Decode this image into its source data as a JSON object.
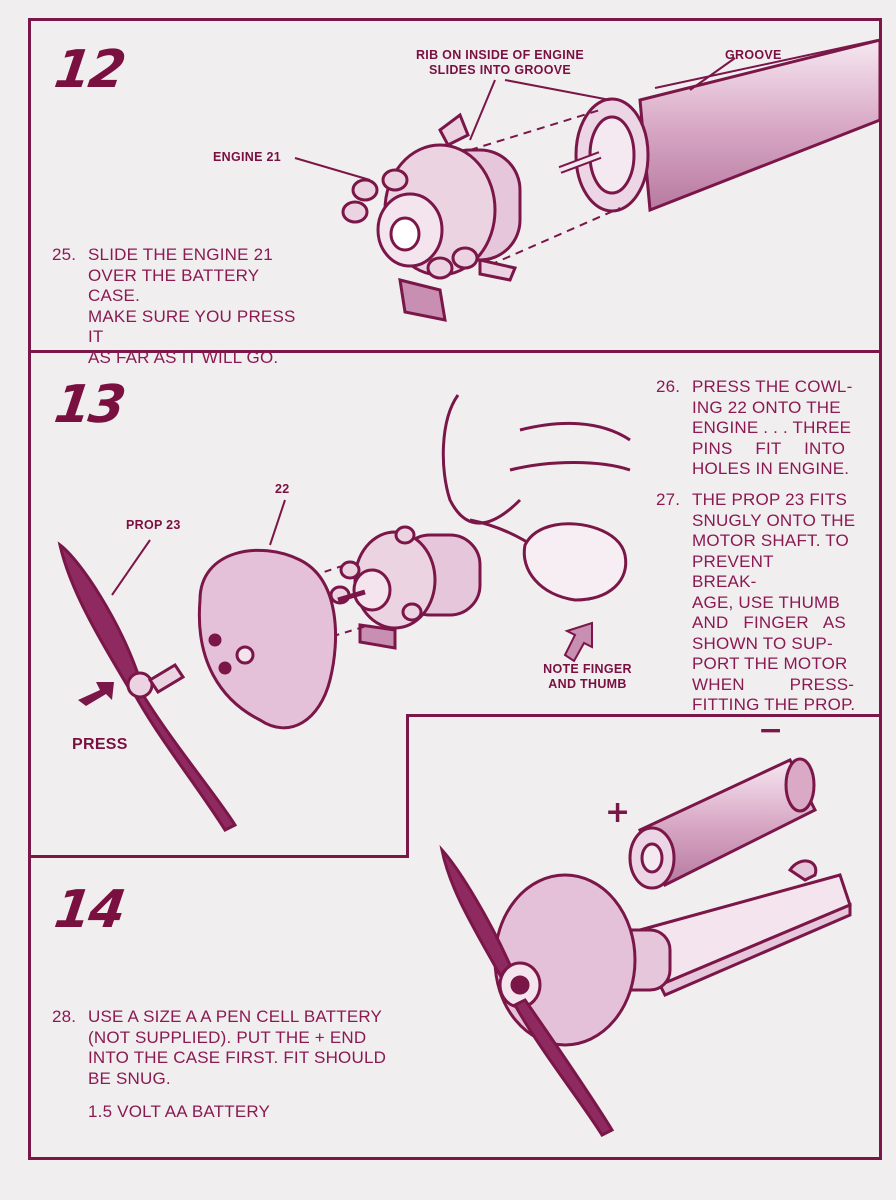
{
  "step12": {
    "number": "12",
    "instruction_no": "25.",
    "instruction_lines": [
      "SLIDE THE ENGINE 21",
      "OVER THE BATTERY CASE.",
      "MAKE SURE YOU PRESS IT",
      "AS FAR AS IT WILL GO."
    ],
    "label_rib": "RIB ON INSIDE OF ENGINE",
    "label_rib2": "SLIDES INTO GROOVE",
    "label_groove": "GROOVE",
    "label_engine": "ENGINE 21"
  },
  "step13": {
    "number": "13",
    "instr26_no": "26.",
    "instr26_lines": [
      "PRESS THE COWL-",
      "ING 22 ONTO THE",
      "ENGINE . . . THREE",
      "PINS FIT INTO",
      "HOLES IN ENGINE."
    ],
    "instr27_no": "27.",
    "instr27_lines": [
      "THE PROP 23 FITS",
      "SNUGLY ONTO THE",
      "MOTOR SHAFT. TO",
      "PREVENT BREAK-",
      "AGE, USE THUMB",
      "AND FINGER AS",
      "SHOWN TO SUP-",
      "PORT THE MOTOR",
      "WHEN PRESS-",
      "FITTING THE PROP."
    ],
    "label_22": "22",
    "label_prop": "PROP 23",
    "label_press": "PRESS",
    "label_note1": "NOTE FINGER",
    "label_note2": "AND THUMB"
  },
  "step14": {
    "number": "14",
    "instruction_no": "28.",
    "instruction_lines": [
      "USE A SIZE A A PEN CELL BATTERY",
      "(NOT SUPPLIED). PUT THE + END",
      "INTO THE CASE FIRST. FIT SHOULD",
      "BE SNUG."
    ],
    "battery_note": "1.5 VOLT AA BATTERY",
    "plus": "+",
    "minus": "−"
  },
  "colors": {
    "ink": "#7a1648",
    "fill": "#e8cfe0",
    "paper": "#f1eef0"
  }
}
